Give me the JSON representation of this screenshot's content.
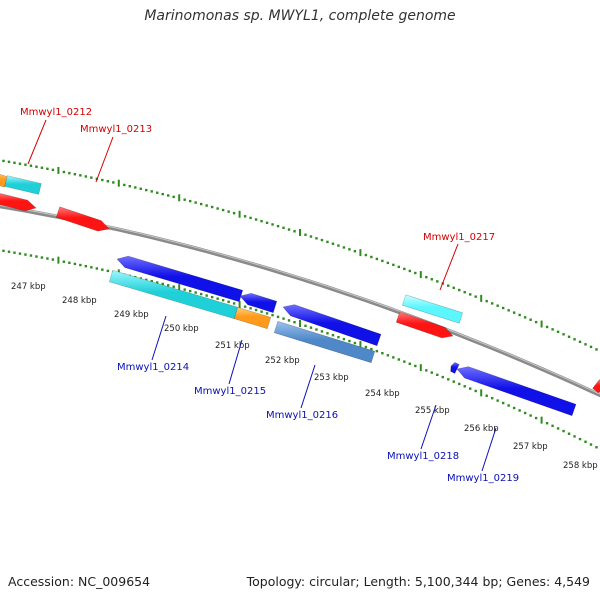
{
  "title": "Marinomonas sp. MWYL1, complete genome",
  "footer": {
    "accession": "Accession: NC_009654",
    "summary": "Topology: circular; Length: 5,100,344 bp; Genes: 4,549"
  },
  "colors": {
    "backbone": "#8a8a8a",
    "tick": "#2e8b1e",
    "label_top": "#d40000",
    "label_bottom": "#0a10b8",
    "red": "#ff1414",
    "cyan": "#20d0d8",
    "cyan_light": "#5cf6ff",
    "orange": "#ff9a1a",
    "blue": "#1010e8",
    "steel": "#4f88c8"
  },
  "scale_labels": [
    "247 kbp",
    "248 kbp",
    "249 kbp",
    "250 kbp",
    "251 kbp",
    "252 kbp",
    "253 kbp",
    "254 kbp",
    "255 kbp",
    "256 kbp",
    "257 kbp",
    "258 kbp"
  ],
  "gene_labels": {
    "top": [
      "Mmwyl1_0212",
      "Mmwyl1_0213",
      "Mmwyl1_0217"
    ],
    "bottom": [
      "Mmwyl1_0214",
      "Mmwyl1_0215",
      "Mmwyl1_0216",
      "Mmwyl1_0218",
      "Mmwyl1_0219"
    ]
  }
}
